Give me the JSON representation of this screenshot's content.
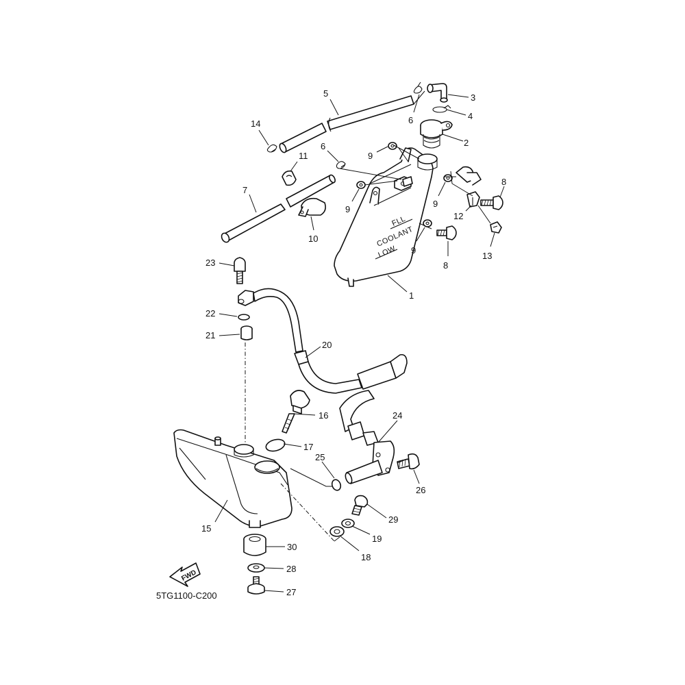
{
  "diagram_code": "5TG1100-C200",
  "fwd_label": "FWD",
  "tank_markings": {
    "full": "FLL",
    "coolant": "COOLANT",
    "low": "LOW"
  },
  "callouts": [
    {
      "id": "c1",
      "label": "1"
    },
    {
      "id": "c2",
      "label": "2"
    },
    {
      "id": "c3",
      "label": "3"
    },
    {
      "id": "c4",
      "label": "4"
    },
    {
      "id": "c5",
      "label": "5"
    },
    {
      "id": "c6a",
      "label": "6"
    },
    {
      "id": "c6b",
      "label": "6"
    },
    {
      "id": "c7",
      "label": "7"
    },
    {
      "id": "c8a",
      "label": "8"
    },
    {
      "id": "c8b",
      "label": "8"
    },
    {
      "id": "c9a",
      "label": "9"
    },
    {
      "id": "c9b",
      "label": "9"
    },
    {
      "id": "c9c",
      "label": "9"
    },
    {
      "id": "c9d",
      "label": "9"
    },
    {
      "id": "c10",
      "label": "10"
    },
    {
      "id": "c11",
      "label": "11"
    },
    {
      "id": "c12",
      "label": "12"
    },
    {
      "id": "c13",
      "label": "13"
    },
    {
      "id": "c14",
      "label": "14"
    },
    {
      "id": "c15",
      "label": "15"
    },
    {
      "id": "c16",
      "label": "16"
    },
    {
      "id": "c17",
      "label": "17"
    },
    {
      "id": "c18",
      "label": "18"
    },
    {
      "id": "c19",
      "label": "19"
    },
    {
      "id": "c20",
      "label": "20"
    },
    {
      "id": "c21",
      "label": "21"
    },
    {
      "id": "c22",
      "label": "22"
    },
    {
      "id": "c23",
      "label": "23"
    },
    {
      "id": "c24",
      "label": "24"
    },
    {
      "id": "c25",
      "label": "25"
    },
    {
      "id": "c26",
      "label": "26"
    },
    {
      "id": "c27",
      "label": "27"
    },
    {
      "id": "c28",
      "label": "28"
    },
    {
      "id": "c29",
      "label": "29"
    },
    {
      "id": "c30",
      "label": "30"
    }
  ]
}
